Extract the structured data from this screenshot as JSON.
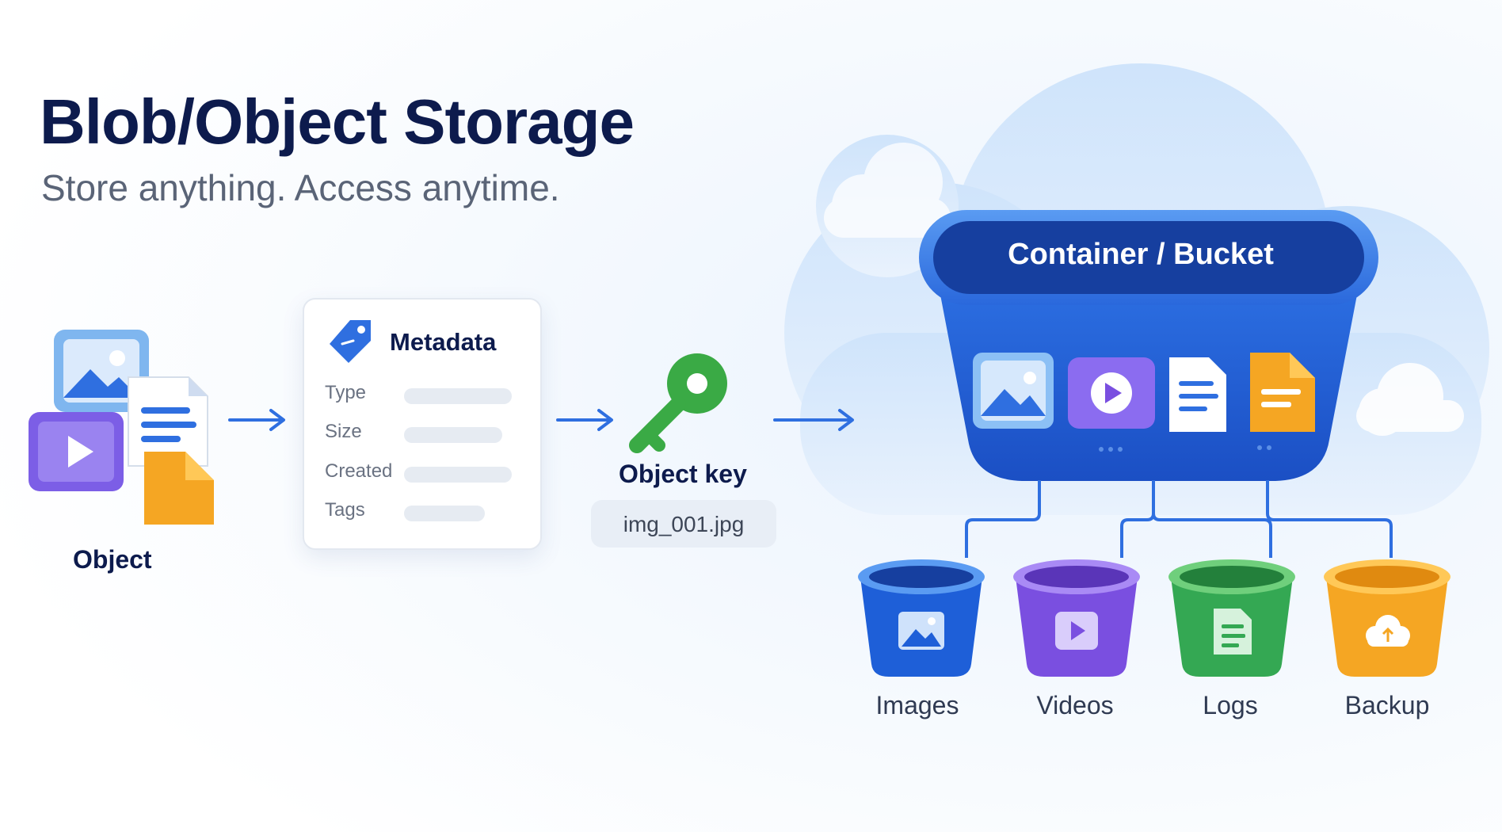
{
  "title": "Blob/Object Storage",
  "subtitle": "Store anything. Access anytime.",
  "object": {
    "label": "Object"
  },
  "metadata": {
    "title": "Metadata",
    "fields": [
      "Type",
      "Size",
      "Created",
      "Tags"
    ]
  },
  "object_key": {
    "label": "Object key",
    "value": "img_001.jpg"
  },
  "container": {
    "label": "Container / Bucket"
  },
  "buckets": [
    {
      "label": "Images",
      "color": "#2f6fe0",
      "icon": "image-icon"
    },
    {
      "label": "Videos",
      "color": "#7a4fe0",
      "icon": "play-icon"
    },
    {
      "label": "Logs",
      "color": "#34a853",
      "icon": "document-icon"
    },
    {
      "label": "Backup",
      "color": "#f5a623",
      "icon": "cloud-icon"
    }
  ],
  "colors": {
    "title": "#0d1b4d",
    "arrow": "#2f6fe0",
    "bucket_blue": "#1e5fd8",
    "key_green": "#3aaa45",
    "cloud": "#dcebfb"
  }
}
